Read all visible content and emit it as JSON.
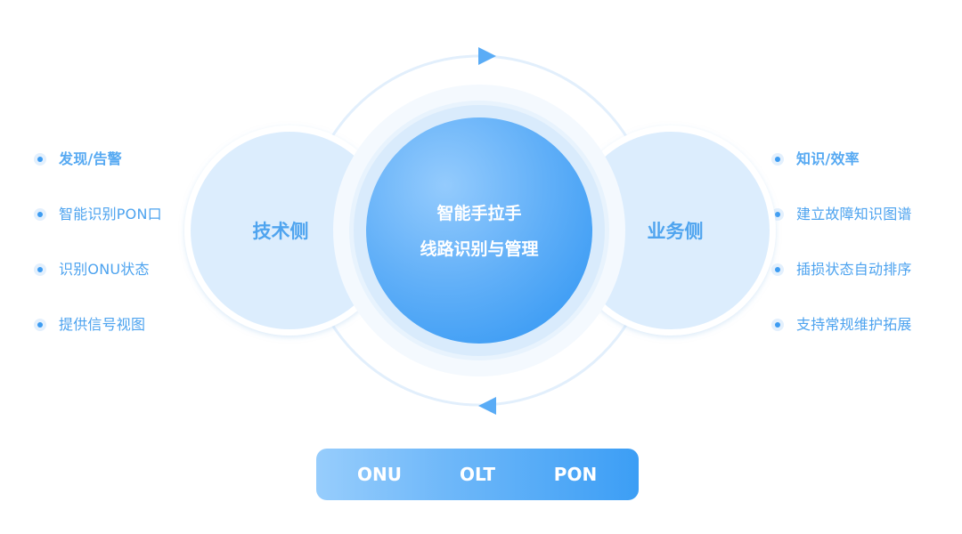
{
  "left_list": {
    "items": [
      {
        "label": "发现/告警"
      },
      {
        "label": "智能识别PON口"
      },
      {
        "label": "识别ONU状态"
      },
      {
        "label": "提供信号视图"
      }
    ]
  },
  "right_list": {
    "items": [
      {
        "label": "知识/效率"
      },
      {
        "label": "建立故障知识图谱"
      },
      {
        "label": "插损状态自动排序"
      },
      {
        "label": "支持常规维护拓展"
      }
    ]
  },
  "diagram": {
    "left_circle_label": "技术侧",
    "right_circle_label": "业务侧",
    "center_line1": "智能手拉手",
    "center_line2": "线路识别与管理",
    "top_arrow_icon": "triangle-right-icon",
    "bottom_arrow_icon": "triangle-left-icon"
  },
  "bottom_bar": {
    "items": [
      "ONU",
      "OLT",
      "PON"
    ]
  },
  "colors": {
    "accent": "#3d9cf2",
    "text_blue": "#4da3ef",
    "circle_fill": "#dcedfd",
    "center_gradient_light": "#8ec8fc",
    "center_gradient_dark": "#3c9cf4"
  }
}
